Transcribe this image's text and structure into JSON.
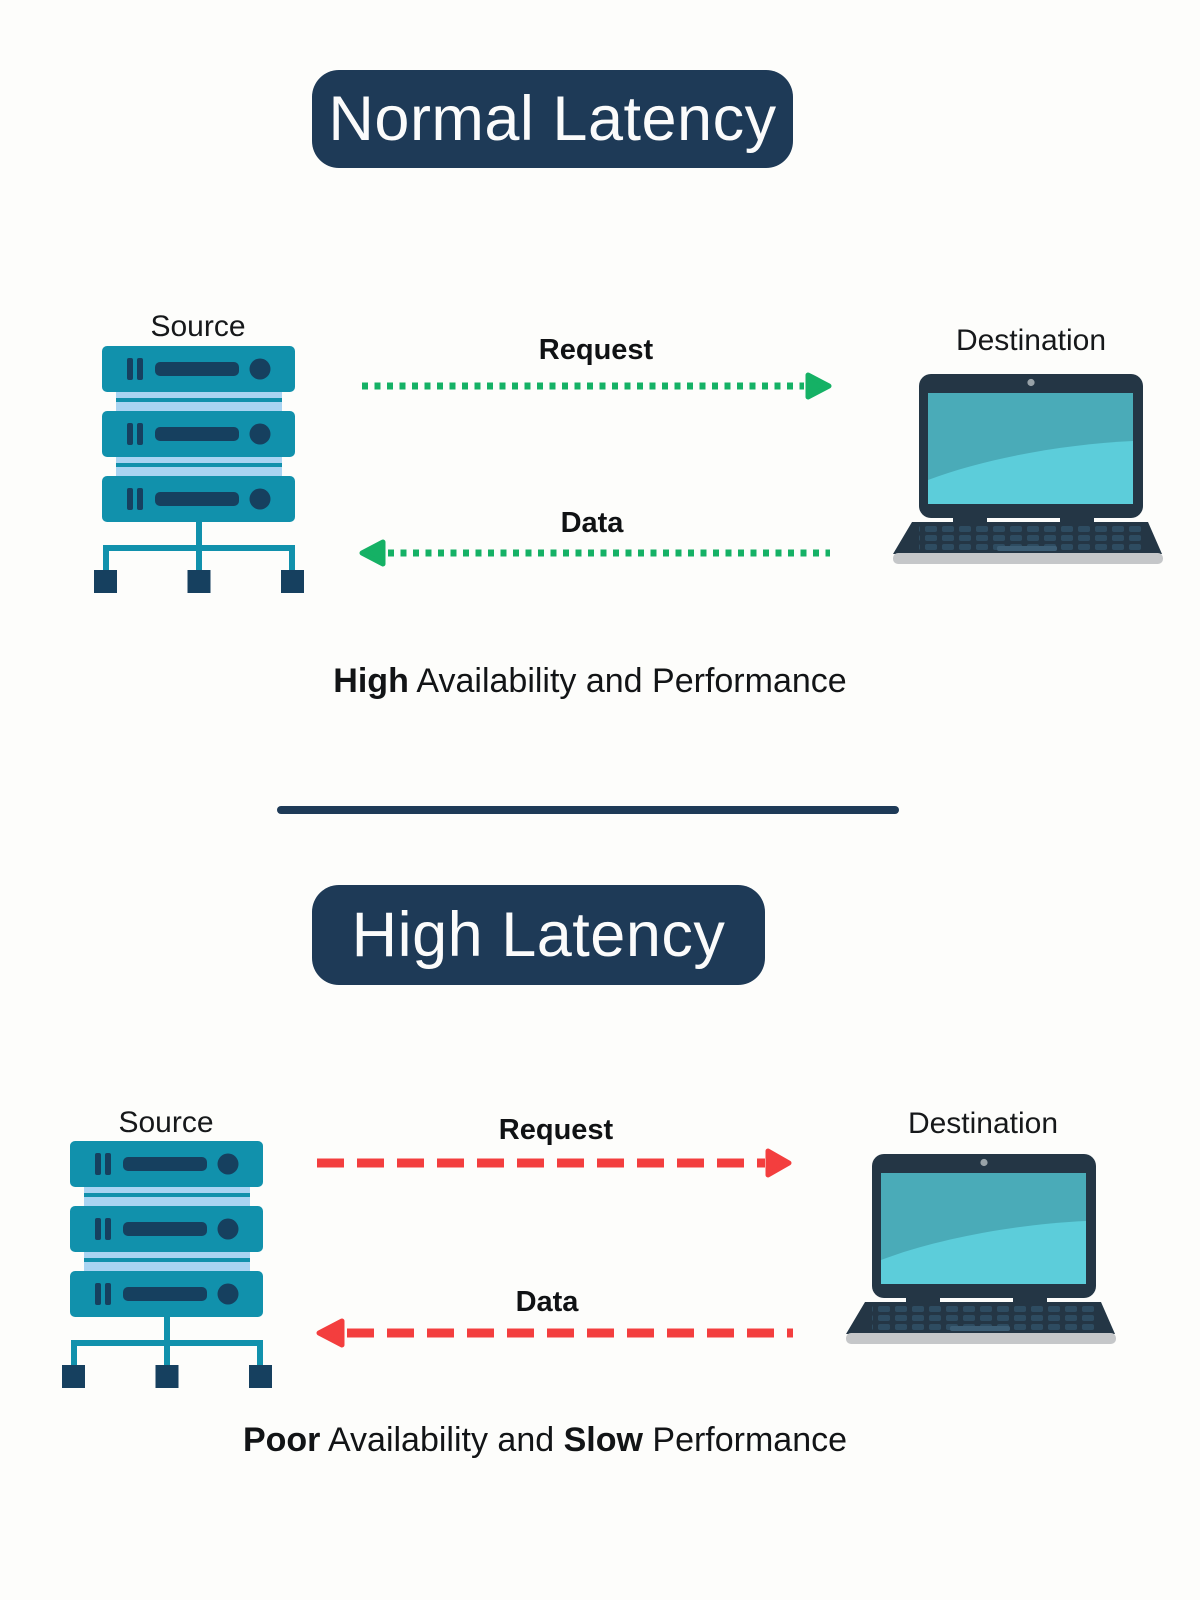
{
  "colors": {
    "bg": "#fdfdfb",
    "text": "#141618",
    "navy": "#1e3a57",
    "teal": "#1191ac",
    "detail": "#16405f",
    "lightblue": "#a9d4f2",
    "frame": "#243645",
    "key": "#2e4c61",
    "keylight": "#3c5d74",
    "screen": "#4aabb8",
    "screenlight": "#5ccdda",
    "graybase": "#c5c7c9",
    "camera": "#98a2a8"
  },
  "sections": [
    {
      "title": "Normal Latency",
      "source_label": "Source",
      "destination_label": "Destination",
      "source_icon": "server-rack-icon",
      "destination_icon": "laptop-icon",
      "request_label": "Request",
      "request_direction": "right",
      "data_label": "Data",
      "data_direction": "left",
      "arrow_color": "#15b165",
      "arrow_style": "dotted",
      "caption": {
        "b1": "High",
        "n1": " Availability and Performance"
      }
    },
    {
      "title": "High Latency",
      "source_label": "Source",
      "destination_label": "Destination",
      "source_icon": "server-rack-icon",
      "destination_icon": "laptop-icon",
      "request_label": "Request",
      "request_direction": "right",
      "data_label": "Data",
      "data_direction": "left",
      "arrow_color": "#f33e3e",
      "arrow_style": "dashed",
      "caption": {
        "b1": "Poor",
        "n1": " Availability and ",
        "b2": "Slow",
        "n2": " Performance"
      }
    }
  ]
}
